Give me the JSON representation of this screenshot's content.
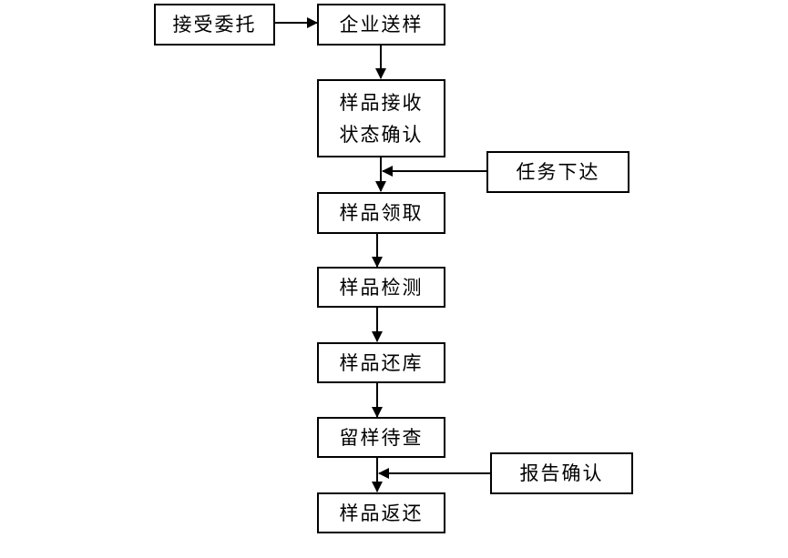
{
  "nodes": {
    "accept_commission": {
      "label": "接受委托"
    },
    "company_sample": {
      "label": "企业送样"
    },
    "sample_receive": {
      "lines": [
        "样品接收",
        "状态确认"
      ]
    },
    "task_issue": {
      "label": "任务下达"
    },
    "sample_collect": {
      "label": "样品领取"
    },
    "sample_test": {
      "label": "样品检测"
    },
    "sample_return_store": {
      "label": "样品还库"
    },
    "retain_sample": {
      "label": "留样待查"
    },
    "report_confirm": {
      "label": "报告确认"
    },
    "sample_return": {
      "label": "样品返还"
    }
  }
}
